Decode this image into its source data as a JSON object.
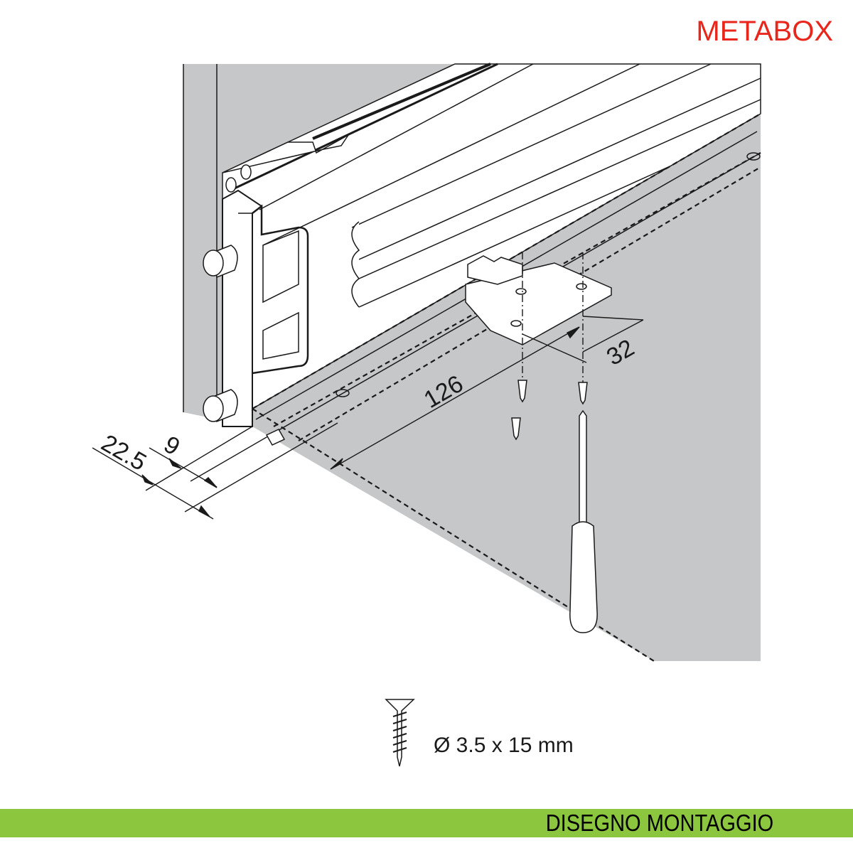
{
  "brand": "METABOX",
  "dimensions": {
    "length": "126",
    "spacing": "32",
    "offset_outer": "22.5",
    "offset_inner": "9"
  },
  "screw_spec": "Ø 3.5 x 15 mm",
  "footer": "DISEGNO MONTAGGIO",
  "colors": {
    "brand": "#e8261c",
    "footer_band": "#8cc63f",
    "cabinet_gray": "#c6c7c9"
  }
}
